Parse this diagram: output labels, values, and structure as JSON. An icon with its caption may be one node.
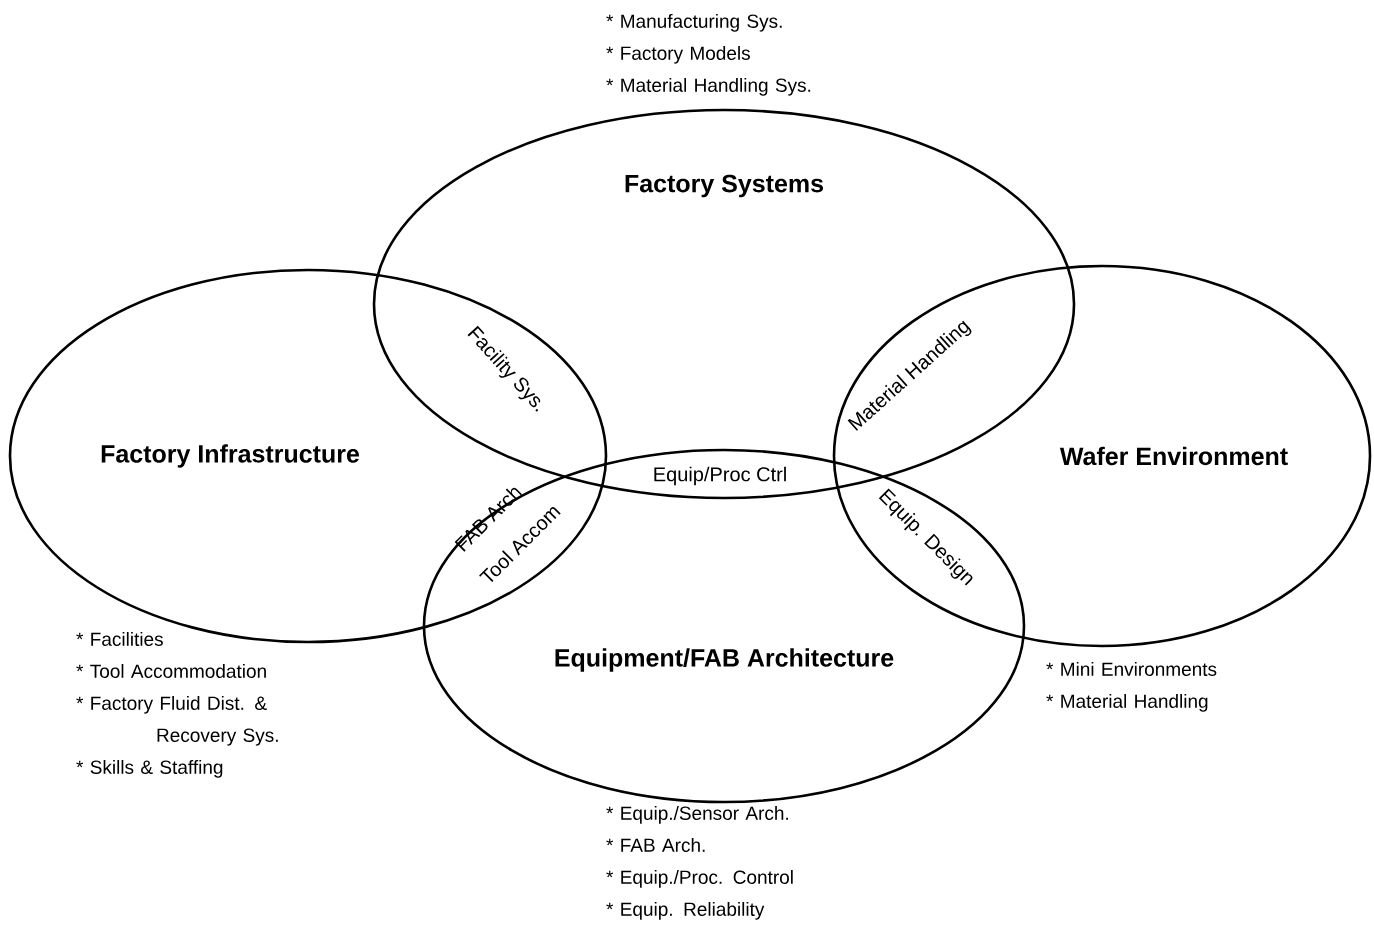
{
  "diagram": {
    "nodes": [
      {
        "text": [
          "Factory Systems"
        ],
        "beside": [
          "* Manufacturing Sys.",
          "* Factory Models",
          "* Material Handling Sys."
        ]
      },
      {
        "text": [
          "Factory Infrastructure"
        ],
        "beside": [
          "* Facilities",
          "* Tool Accommodation",
          "* Factory Fluid Dist. & Recovery Sys.",
          "* Skills & Staffing"
        ]
      },
      {
        "text": [
          "Wafer Environment"
        ],
        "beside": [
          "* Mini Environments",
          "* Material Handling"
        ]
      },
      {
        "text": [
          "Equipment/FAB Architecture"
        ],
        "beside": [
          "* Equip./Sensor Arch.",
          "* FAB Arch.",
          "* Equip./Proc. Control",
          "* Equip. Reliability"
        ]
      }
    ],
    "labels": [
      "Facility Sys.",
      "Equip/Proc Ctrl",
      "Material Handling",
      "FAB Arch",
      "Tool Accom",
      "Equip. Design"
    ]
  }
}
